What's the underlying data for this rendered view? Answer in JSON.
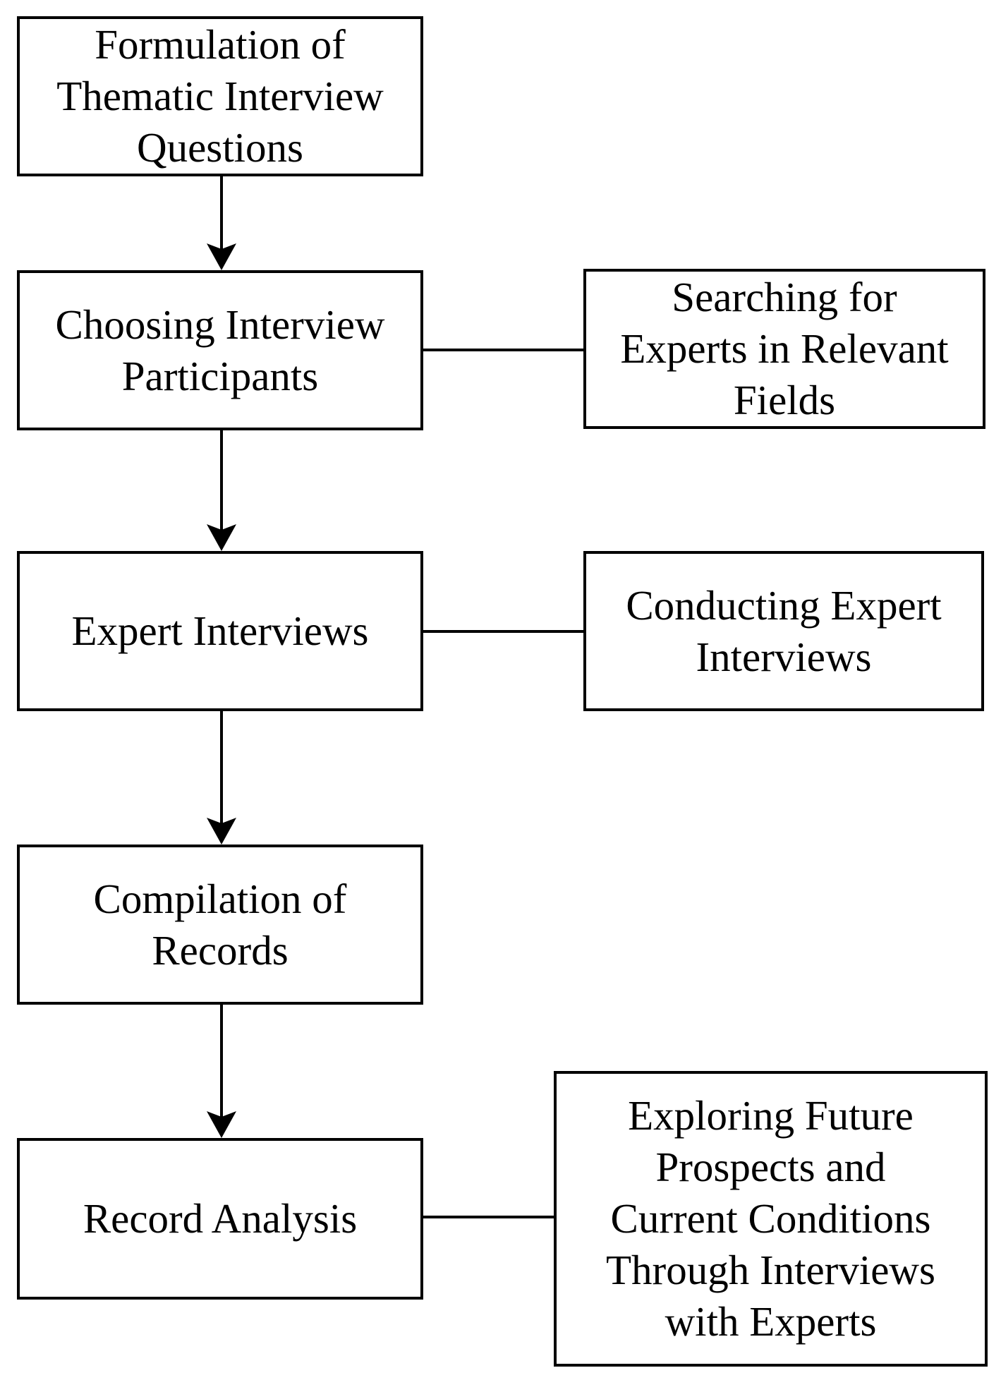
{
  "flowchart": {
    "colors": {
      "background": "#ffffff",
      "box_fill": "#ffffff",
      "box_border": "#000000",
      "text": "#000000",
      "connector": "#000000"
    },
    "main_steps": [
      {
        "label": "Formulation of Thematic Interview Questions",
        "lines": [
          "Formulation of",
          "Thematic Interview",
          "Questions"
        ]
      },
      {
        "label": "Choosing Interview Participants",
        "lines": [
          "Choosing Interview",
          "Participants"
        ]
      },
      {
        "label": "Expert Interviews",
        "lines": [
          "Expert Interviews"
        ]
      },
      {
        "label": "Compilation of Records",
        "lines": [
          "Compilation of",
          "Records"
        ]
      },
      {
        "label": "Record Analysis",
        "lines": [
          "Record Analysis"
        ]
      }
    ],
    "side_notes": [
      {
        "label": "Searching for Experts in Relevant Fields",
        "lines": [
          "Searching for",
          "Experts in Relevant",
          "Fields"
        ],
        "linked_step": "Choosing Interview Participants"
      },
      {
        "label": "Conducting Expert Interviews",
        "lines": [
          "Conducting Expert",
          "Interviews"
        ],
        "linked_step": "Expert Interviews"
      },
      {
        "label": "Exploring Future Prospects and Current Conditions Through Interviews with Experts",
        "lines": [
          "Exploring Future",
          "Prospects and",
          "Current Conditions",
          "Through Interviews",
          "with Experts"
        ],
        "linked_step": "Record Analysis"
      }
    ],
    "flow_arrows": [
      {
        "from": "Formulation of Thematic Interview Questions",
        "to": "Choosing Interview Participants"
      },
      {
        "from": "Choosing Interview Participants",
        "to": "Expert Interviews"
      },
      {
        "from": "Expert Interviews",
        "to": "Compilation of Records"
      },
      {
        "from": "Compilation of Records",
        "to": "Record Analysis"
      }
    ]
  }
}
